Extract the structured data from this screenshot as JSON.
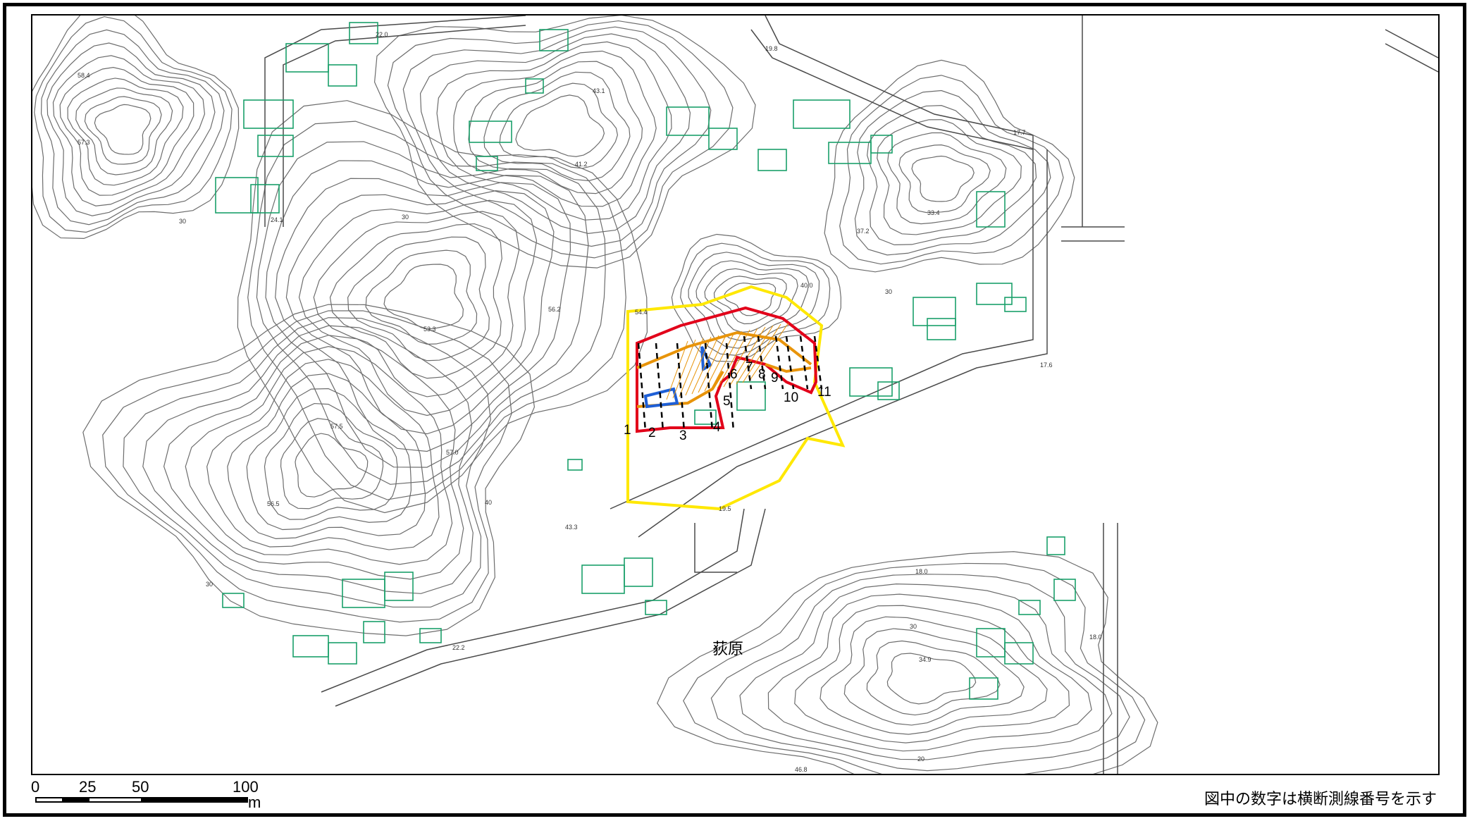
{
  "map": {
    "place_name": "荻原",
    "note": "図中の数字は横断測線番号を示す",
    "scale_bar": {
      "ticks": [
        "0",
        "25",
        "50",
        "100"
      ],
      "unit": "m"
    },
    "section_lines": [
      "1",
      "2",
      "3",
      "4",
      "5",
      "6",
      "7",
      "8",
      "9",
      "10",
      "11"
    ],
    "elevations": [
      "22.0",
      "19.8",
      "58.4",
      "57.3",
      "43.1",
      "17.7",
      "41.2",
      "24.1",
      "30",
      "30",
      "37.2",
      "33.4",
      "56.2",
      "53.3",
      "40.0",
      "30",
      "54.4",
      "17.6",
      "57.5",
      "57.0",
      "56.5",
      "40",
      "43.3",
      "19.5",
      "30",
      "18.0",
      "30",
      "34.9",
      "18.0",
      "22.2",
      "20",
      "46.8"
    ],
    "colors": {
      "landslide_area": "#ffe800",
      "block_boundary": "#e2001a",
      "sub_block": "#e8940a",
      "scarp": "#1e5fd6",
      "buildings": "#1aa06a",
      "contours": "#6d6d6d"
    }
  }
}
